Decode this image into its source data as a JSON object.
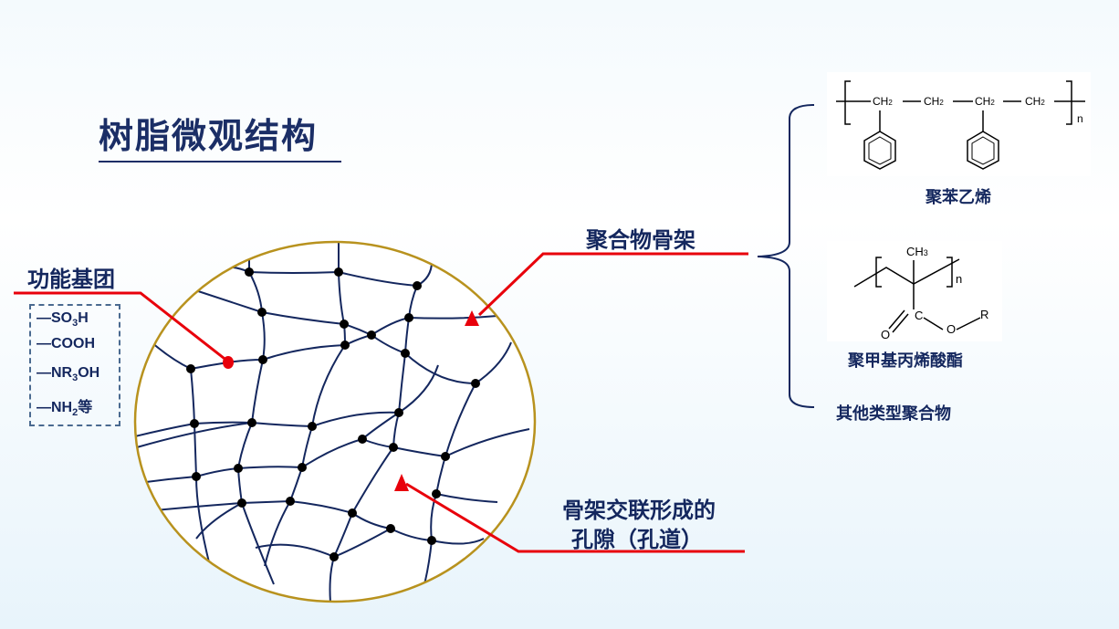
{
  "title": "树脂微观结构",
  "labels": {
    "functional_groups": "功能基团",
    "polymer_skeleton": "聚合物骨架",
    "pores": "骨架交联形成的",
    "pores_line2": "孔隙（孔道）",
    "polystyrene": "聚苯乙烯",
    "pmma": "聚甲基丙烯酸酯",
    "other": "其他类型聚合物"
  },
  "groups": [
    {
      "text": "—SO",
      "sub": "3",
      "tail": "H"
    },
    {
      "text": "—COOH",
      "sub": "",
      "tail": ""
    },
    {
      "text": "—NR",
      "sub": "3",
      "tail": "OH"
    },
    {
      "text": "—NH",
      "sub": "2",
      "tail": "等"
    }
  ],
  "formula": {
    "ch2": "CH",
    "two": "2",
    "n": "n",
    "ch3": "CH",
    "three": "3",
    "c": "C",
    "o": "O",
    "r": "R"
  },
  "colors": {
    "accent": "#e8000b",
    "navy": "#14275e",
    "circle": "#b8921e"
  }
}
